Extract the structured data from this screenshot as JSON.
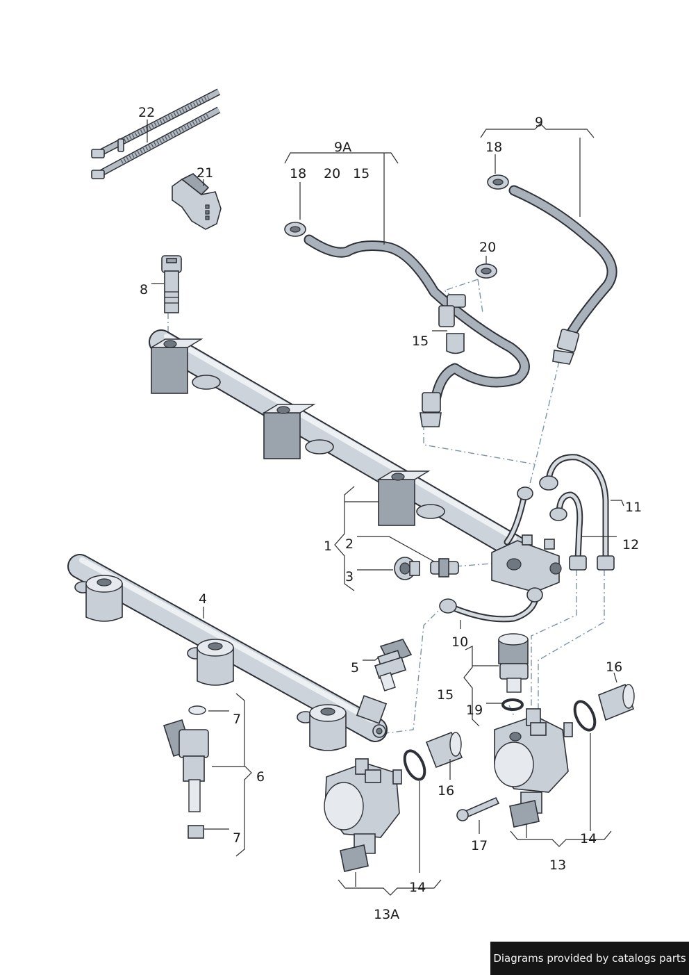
{
  "callouts": {
    "c22": "22",
    "c21": "21",
    "c9A": "9A",
    "c18a": "18",
    "c20a": "20",
    "c15a": "15",
    "c9": "9",
    "c18b": "18",
    "c20b": "20",
    "c8": "8",
    "c15b": "15",
    "c11": "11",
    "c12": "12",
    "c1": "1",
    "c2": "2",
    "c3": "3",
    "c4": "4",
    "c10": "10",
    "c5": "5",
    "c15c": "15",
    "c16a": "16",
    "c19": "19",
    "c7a": "7",
    "c6": "6",
    "c7b": "7",
    "c16b": "16",
    "c17": "17",
    "c14a": "14",
    "c13": "13",
    "c14b": "14",
    "c13A": "13A"
  },
  "footer": {
    "text": "Diagrams provided by catalogs parts"
  }
}
